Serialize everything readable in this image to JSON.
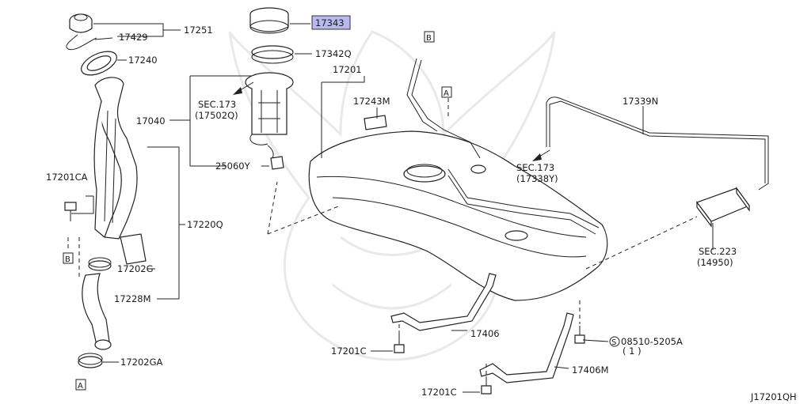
{
  "diagram_id": "J17201QH",
  "highlighted_part": "17343",
  "labels": {
    "p17251": "17251",
    "p17429": "17429",
    "p17240": "17240",
    "p17343": "17343",
    "p17342q": "17342Q",
    "p17201": "17201",
    "p17243m": "17243M",
    "p17339n": "17339N",
    "p17040": "17040",
    "sec173a": "SEC.173",
    "sec173a_ref": "(17502Q)",
    "sec173b": "SEC.173",
    "sec173b_ref": "(17338Y)",
    "p25060y": "25060Y",
    "p17201ca": "17201CA",
    "p17220q": "17220Q",
    "p17202g": "17202G",
    "p17228m": "17228M",
    "p17202ga": "17202GA",
    "sec223": "SEC.223",
    "sec223_ref": "(14950)",
    "p17406": "17406",
    "p17406m": "17406M",
    "p17201c_a": "17201C",
    "p17201c_b": "17201C",
    "bolt_ref": "08510-5205A",
    "bolt_qty": "( 1 )",
    "bolt_symbol": "S"
  },
  "reference_markers": {
    "b_top": "B",
    "a_top": "A",
    "b_left": "B",
    "a_bottom": "A"
  }
}
